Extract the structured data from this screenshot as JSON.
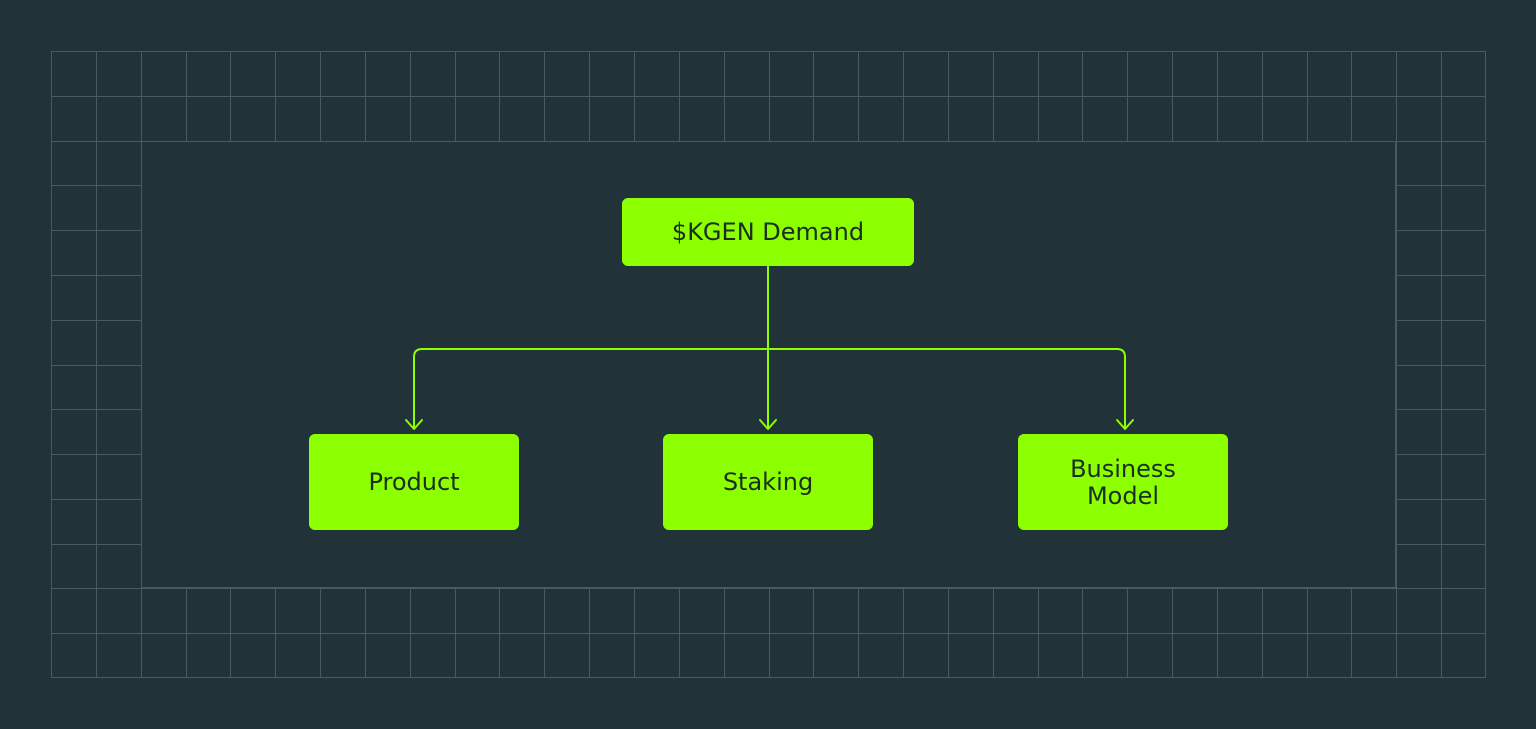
{
  "diagram": {
    "colors": {
      "background": "#213238",
      "grid_line": "#4a5b5f",
      "node_fill": "#8cff00",
      "connector": "#8cff00",
      "node_text": "#1c2d22"
    },
    "root": {
      "label": "$KGEN Demand"
    },
    "children": [
      {
        "label_lines": [
          "Product"
        ]
      },
      {
        "label_lines": [
          "Staking"
        ]
      },
      {
        "label_lines": [
          "Business",
          "Model"
        ]
      }
    ]
  }
}
